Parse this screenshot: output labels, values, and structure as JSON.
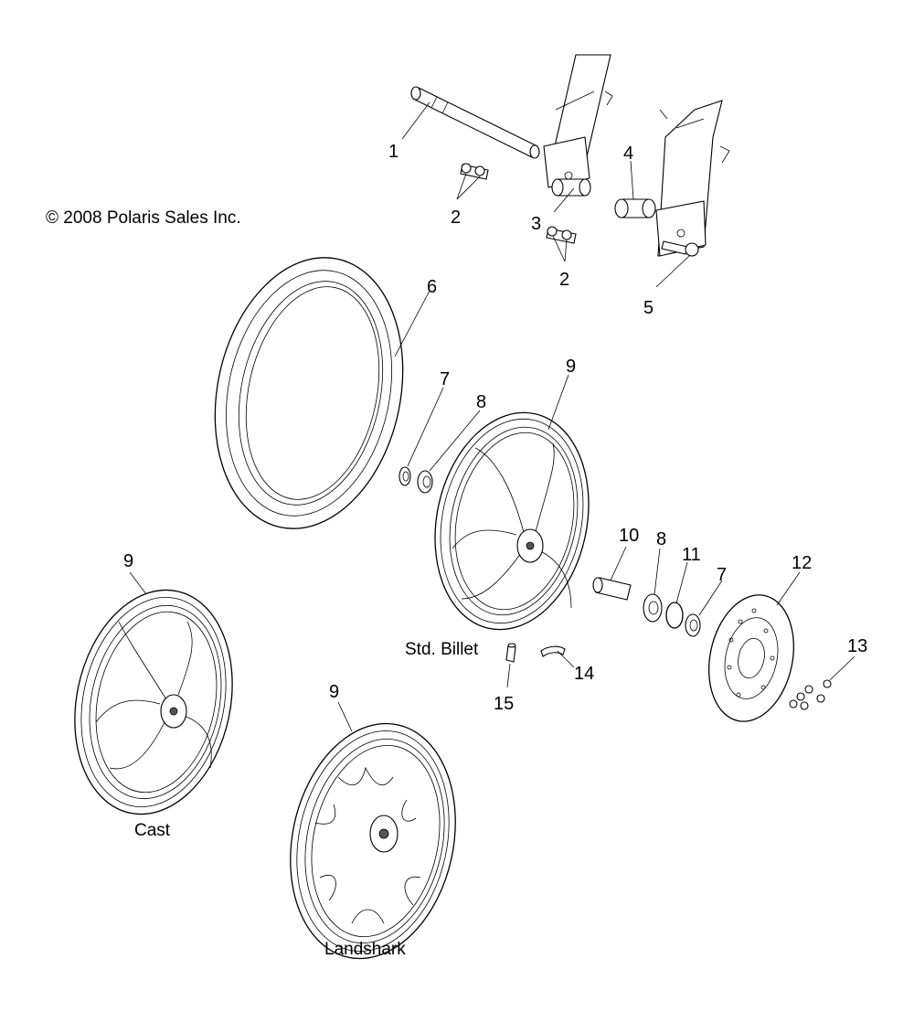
{
  "copyright": "© 2008 Polaris Sales Inc.",
  "captions": {
    "std_billet": "Std. Billet",
    "cast": "Cast",
    "landshark": "Landshark"
  },
  "callouts": [
    {
      "id": "c1",
      "label": "1"
    },
    {
      "id": "c2a",
      "label": "2"
    },
    {
      "id": "c2b",
      "label": "2"
    },
    {
      "id": "c3",
      "label": "3"
    },
    {
      "id": "c4",
      "label": "4"
    },
    {
      "id": "c5",
      "label": "5"
    },
    {
      "id": "c6",
      "label": "6"
    },
    {
      "id": "c7a",
      "label": "7"
    },
    {
      "id": "c8a",
      "label": "8"
    },
    {
      "id": "c9a",
      "label": "9"
    },
    {
      "id": "c9b",
      "label": "9"
    },
    {
      "id": "c9c",
      "label": "9"
    },
    {
      "id": "c10",
      "label": "10"
    },
    {
      "id": "c8b",
      "label": "8"
    },
    {
      "id": "c11",
      "label": "11"
    },
    {
      "id": "c7b",
      "label": "7"
    },
    {
      "id": "c12",
      "label": "12"
    },
    {
      "id": "c13",
      "label": "13"
    },
    {
      "id": "c14",
      "label": "14"
    },
    {
      "id": "c15",
      "label": "15"
    }
  ]
}
